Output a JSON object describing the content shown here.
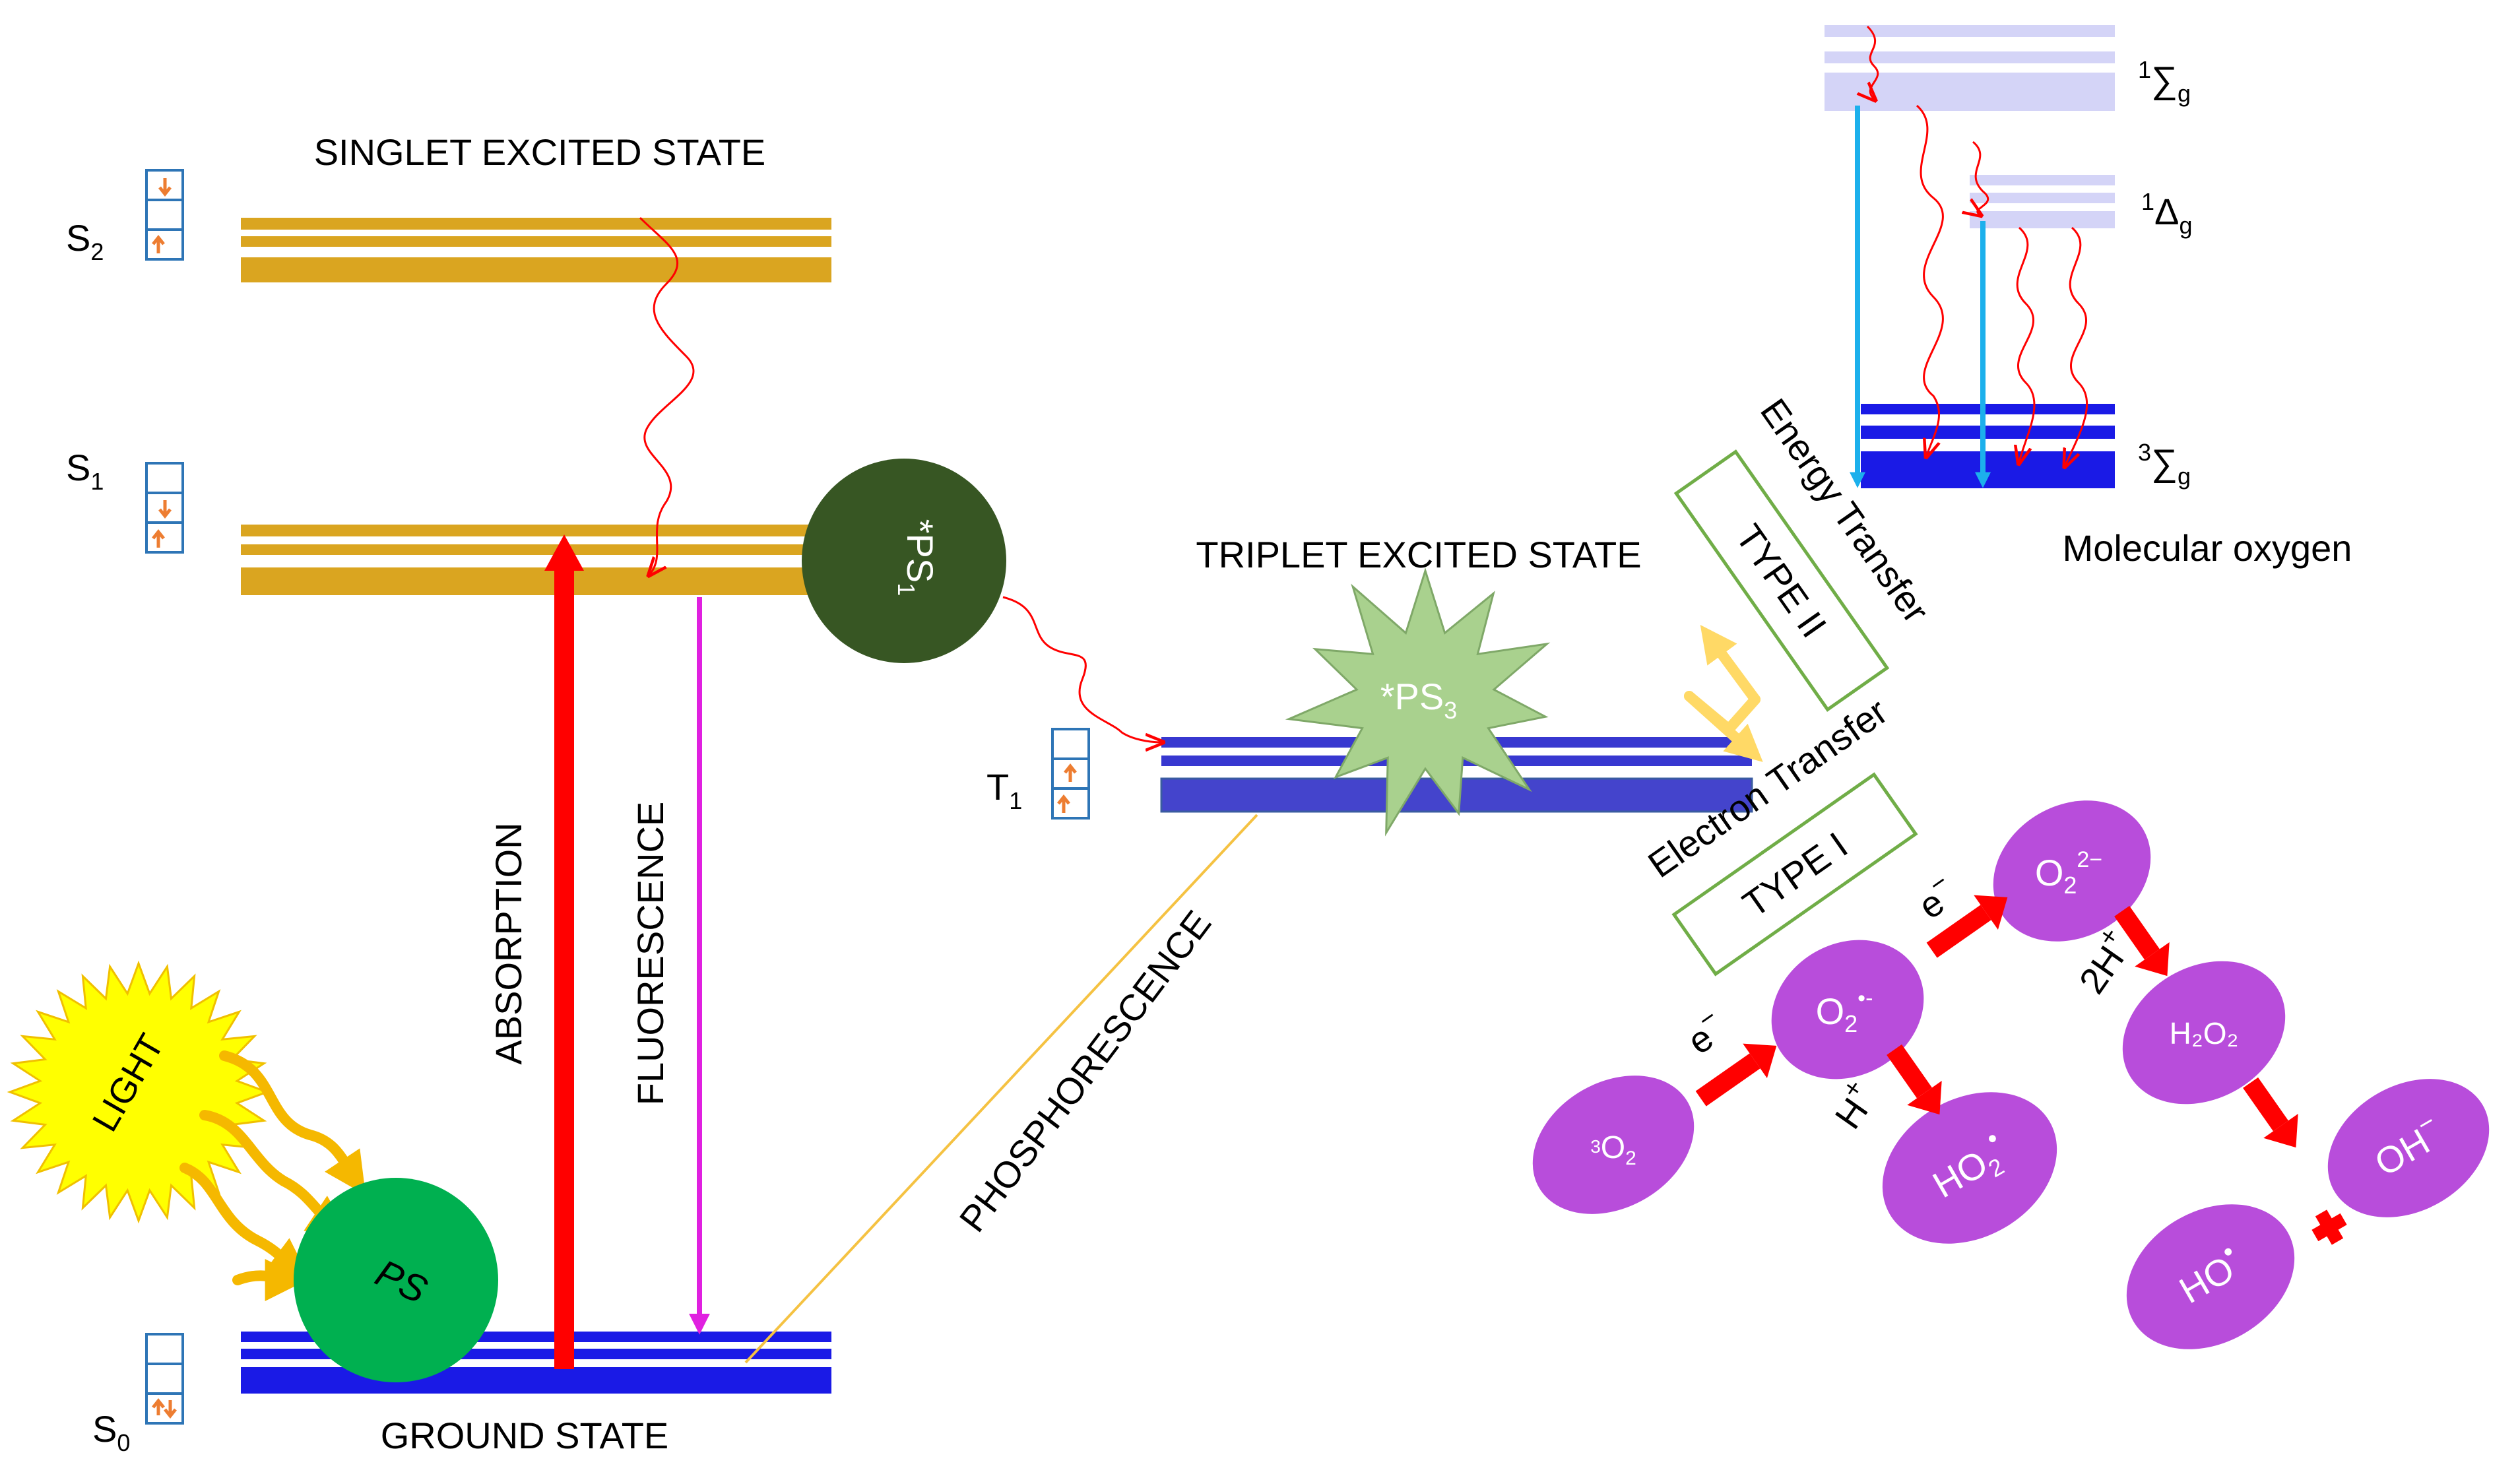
{
  "states": {
    "singlet_excited": "SINGLET EXCITED STATE",
    "triplet_excited": "TRIPLET EXCITED STATE",
    "ground": "GROUND STATE"
  },
  "levels": {
    "s2": {
      "base": "S",
      "sub": "2"
    },
    "s1": {
      "base": "S",
      "sub": "1"
    },
    "s0": {
      "base": "S",
      "sub": "0"
    },
    "t1": {
      "base": "T",
      "sub": "1"
    }
  },
  "processes": {
    "absorption": "ABSORPTION",
    "fluorescence": "FLUORESCENCE",
    "phosphorescence": "PHOSPHORESCENCE",
    "energy_transfer": "Energy Transfer",
    "electron_transfer": "Electron Transfer",
    "type_ii": "TYPE II",
    "type_i": "TYPE I"
  },
  "light": "LIGHT",
  "ps": {
    "ground": "PS",
    "singlet": {
      "prefix": "*PS",
      "sub": "1"
    },
    "triplet": {
      "prefix": "*PS",
      "sub": "3"
    }
  },
  "oxygen": {
    "title": "Molecular oxygen",
    "sigma_g_singlet": {
      "sup": "1",
      "sym": "∑",
      "sub": "g"
    },
    "delta_g": {
      "sup": "1",
      "sym": "Δ",
      "sub": "g"
    },
    "sigma_g_triplet": {
      "sup": "3",
      "sym": "∑",
      "sub": "g"
    }
  },
  "species": {
    "o2_ground": {
      "pre": "3",
      "base": "O",
      "sub": "2"
    },
    "superoxide": {
      "base": "O",
      "sub": "2",
      "sup": "•-"
    },
    "peroxide": {
      "base": "O",
      "sub": "2",
      "sup": "2−"
    },
    "hydroperoxyl": {
      "base": "HO",
      "sub": "2",
      "sup": "•"
    },
    "hydrogen_peroxide": "H₂O₂",
    "hydroxyl_radical": {
      "base": "HO",
      "sup": "•"
    },
    "hydroxide": {
      "base": "OH",
      "sup": "−"
    }
  },
  "reaction_labels": {
    "e1": {
      "base": "e",
      "sup": "−"
    },
    "e2": {
      "base": "e",
      "sup": "−"
    },
    "h_plus": {
      "base": "H",
      "sup": "+"
    },
    "two_h_plus": {
      "base": "2H",
      "sup": "+"
    },
    "plus": "+"
  },
  "colors": {
    "singlet_band": "#DAA520",
    "triplet_band": "#3838D0",
    "ground_band": "#1A1AE6",
    "absorption": "#FF0000",
    "fluorescence": "#E020E0",
    "phosphorescence": "#F5C242",
    "ps_ground": "#00B050",
    "ps_singlet": "#375623",
    "ps_triplet": "#A9D18E",
    "light": "#FFFF00",
    "ros": "#B84DDB",
    "box_border": "#70AD47",
    "oxygen_upper": "#D4D4F7",
    "oxygen_emission": "#1CB0EC"
  }
}
